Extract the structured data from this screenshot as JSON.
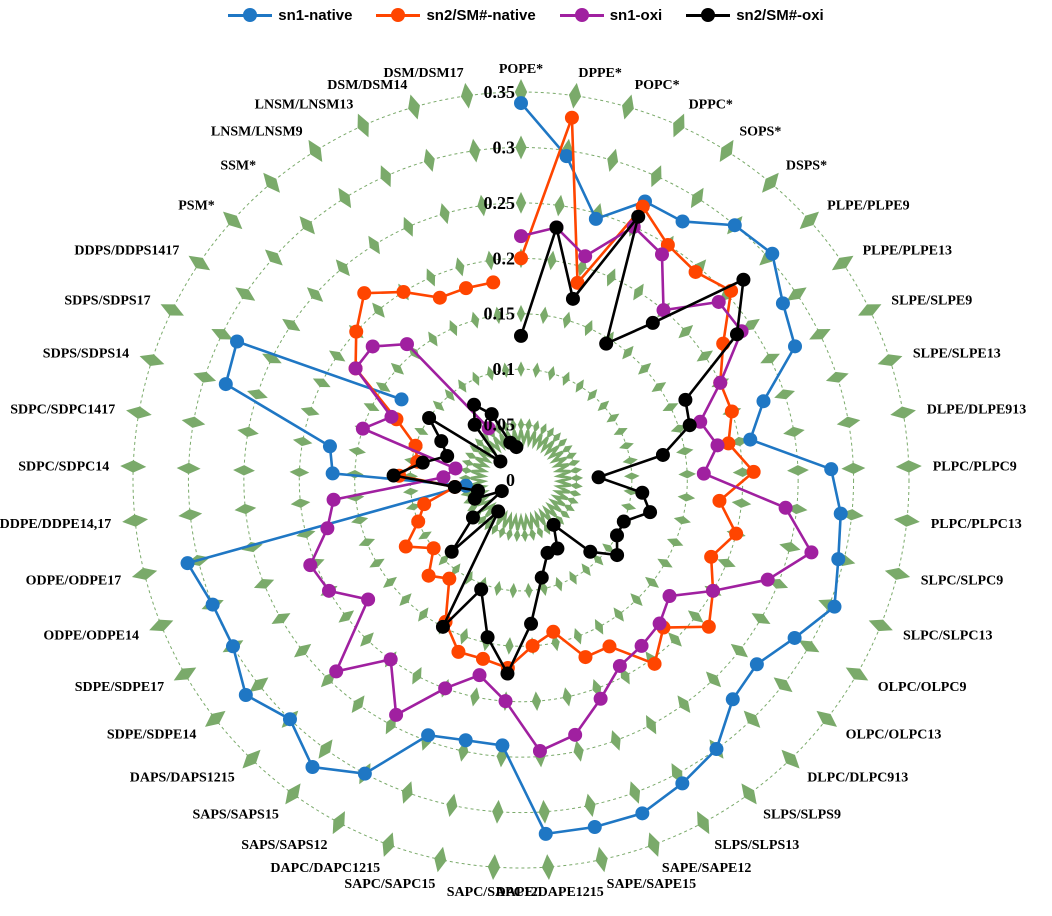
{
  "chart_data": {
    "type": "radar",
    "rmax": 0.35,
    "ring_ticks": [
      0,
      0.05,
      0.1,
      0.15,
      0.2,
      0.25,
      0.3,
      0.35
    ],
    "ring_labels": [
      "0",
      "0.05",
      "0.1",
      "0.15",
      "0.2",
      "0.25",
      "0.3",
      "0.35"
    ],
    "categories": [
      "POPE*",
      "DPPE*",
      "POPC*",
      "DPPC*",
      "SOPS*",
      "DSPS*",
      "PLPE/PLPE9",
      "PLPE/PLPE13",
      "SLPE/SLPE9",
      "SLPE/SLPE13",
      "DLPE/DLPE913",
      "PLPC/PLPC9",
      "PLPC/PLPC13",
      "SLPC/SLPC9",
      "SLPC/SLPC13",
      "OLPC/OLPC9",
      "OLPC/OLPC13",
      "DLPC/DLPC913",
      "SLPS/SLPS9",
      "SLPS/SLPS13",
      "SAPE/SAPE12",
      "SAPE/SAPE15",
      "DAPE/DAPE1215",
      "SAPC/SAPC12",
      "SAPC/SAPC15",
      "DAPC/DAPC1215",
      "SAPS/SAPS12",
      "SAPS/SAPS15",
      "DAPS/DAPS1215",
      "SDPE/SDPE14",
      "SDPE/SDPE17",
      "ODPE/ODPE14",
      "ODPE/ODPE17",
      "DDPE/DDPE14,17",
      "SDPC/SDPC14",
      "SDPC/SDPC1417",
      "SDPS/SDPS14",
      "SDPS/SDPS17",
      "DDPS/DDPS1417",
      "PSM*",
      "SSM*",
      "LNSM/LNSM9",
      "LNSM/LNSM13",
      "DSM/DSM14",
      "DSM/DSM17"
    ],
    "series": [
      {
        "name": "sn1-native",
        "color": "#1f77c4",
        "values": [
          0.34,
          0.295,
          0.245,
          0.275,
          0.275,
          0.3,
          0.305,
          0.285,
          0.275,
          0.23,
          0.21,
          0.28,
          0.29,
          0.295,
          0.305,
          0.285,
          0.27,
          0.275,
          0.3,
          0.31,
          0.32,
          0.32,
          0.32,
          0.24,
          0.24,
          0.245,
          0.3,
          0.32,
          0.3,
          0.315,
          0.3,
          0.3,
          0.31,
          0.05,
          0.17,
          0.175,
          0.28,
          0.285,
          0.13,
          null,
          null,
          null,
          null,
          null,
          null
        ]
      },
      {
        "name": "sn2/SM#-native",
        "color": "#ff4500",
        "values": [
          0.2,
          0.33,
          0.185,
          0.27,
          0.25,
          0.245,
          0.255,
          0.22,
          0.2,
          0.2,
          0.19,
          0.21,
          0.18,
          0.2,
          0.185,
          0.2,
          0.215,
          0.185,
          0.205,
          0.17,
          0.17,
          0.14,
          0.15,
          0.17,
          0.165,
          0.165,
          0.145,
          0.11,
          0.12,
          0.1,
          0.12,
          0.1,
          0.09,
          0.06,
          0.11,
          0.095,
          0.1,
          0.125,
          0.18,
          0.2,
          0.22,
          0.2,
          0.18,
          0.18,
          0.18
        ]
      },
      {
        "name": "sn1-oxi",
        "color": "#a020a0",
        "values": [
          0.22,
          0.23,
          0.21,
          0.25,
          0.24,
          0.2,
          0.24,
          0.24,
          0.2,
          0.17,
          0.18,
          0.165,
          0.24,
          0.27,
          0.24,
          0.2,
          0.17,
          0.18,
          0.185,
          0.19,
          0.21,
          0.235,
          0.245,
          0.2,
          0.18,
          0.2,
          0.24,
          0.2,
          0.24,
          0.175,
          0.2,
          0.205,
          0.18,
          0.17,
          0.07,
          0.06,
          0.15,
          0.13,
          0.18,
          0.18,
          0.16,
          0.055,
          null,
          null,
          null
        ]
      },
      {
        "name": "sn2/SM#-oxi",
        "color": "#000000",
        "values": [
          0.13,
          0.23,
          0.17,
          0.26,
          0.145,
          0.185,
          0.27,
          0.235,
          0.165,
          0.16,
          0.13,
          0.07,
          0.11,
          0.12,
          0.1,
          0.1,
          0.11,
          0.09,
          0.05,
          0.07,
          0.07,
          0.09,
          0.13,
          0.175,
          0.145,
          0.105,
          0.15,
          0.035,
          0.09,
          0.055,
          0.02,
          0.045,
          0.04,
          0.06,
          0.115,
          0.09,
          0.07,
          0.08,
          0.1,
          0.025,
          0.065,
          0.08,
          0.065,
          0.035,
          0.03
        ]
      }
    ]
  },
  "legend": {
    "items": [
      {
        "label": "sn1-native",
        "color": "#1f77c4"
      },
      {
        "label": "sn2/SM#-native",
        "color": "#ff4500"
      },
      {
        "label": "sn1-oxi",
        "color": "#a020a0"
      },
      {
        "label": "sn2/SM#-oxi",
        "color": "#000000"
      }
    ]
  },
  "grid_color": "#7aaa6a"
}
